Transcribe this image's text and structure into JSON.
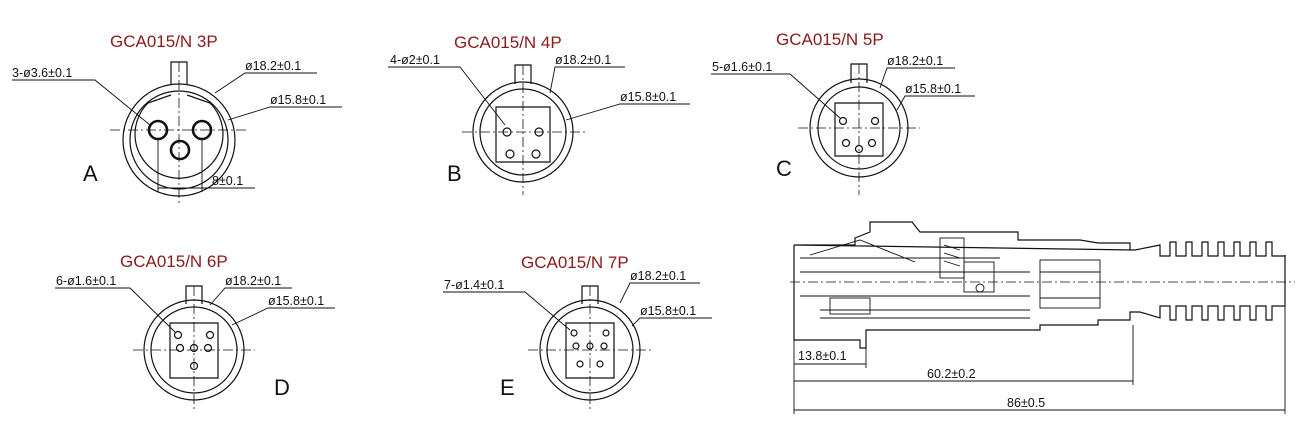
{
  "colors": {
    "title": "#8b1a1a",
    "line": "#111111",
    "background": "#ffffff"
  },
  "connectors": [
    {
      "title": "GCA015/N 3P",
      "letter": "A",
      "pin_dim": "3-ø3.6±0.1",
      "outer_dim": "ø18.2±0.1",
      "inner_dim": "ø15.8±0.1",
      "pitch_dim": "8±0.1"
    },
    {
      "title": "GCA015/N 4P",
      "letter": "B",
      "pin_dim": "4-ø2±0.1",
      "outer_dim": "ø18.2±0.1",
      "inner_dim": "ø15.8±0.1"
    },
    {
      "title": "GCA015/N 5P",
      "letter": "C",
      "pin_dim": "5-ø1.6±0.1",
      "outer_dim": "ø18.2±0.1",
      "inner_dim": "ø15.8±0.1"
    },
    {
      "title": "GCA015/N 6P",
      "letter": "D",
      "pin_dim": "6-ø1.6±0.1",
      "outer_dim": "ø18.2±0.1",
      "inner_dim": "ø15.8±0.1"
    },
    {
      "title": "GCA015/N 7P",
      "letter": "E",
      "pin_dim": "7-ø1.4±0.1",
      "outer_dim": "ø18.2±0.1",
      "inner_dim": "ø15.8±0.1"
    }
  ],
  "side_view": {
    "dim_short": "13.8±0.1",
    "dim_mid": "60.2±0.2",
    "dim_total": "86±0.5"
  }
}
